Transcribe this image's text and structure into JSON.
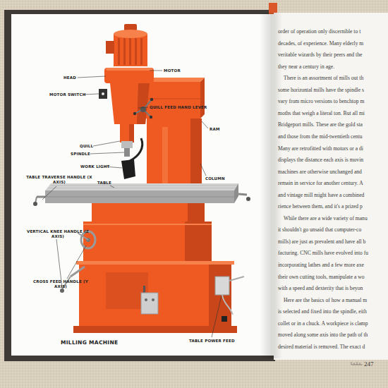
{
  "diagram": {
    "caption": "MILLING MACHINE",
    "labels": [
      "HEAD",
      "MOTOR",
      "MOTOR SWITCH",
      "QUILL FEED HAND LEVER",
      "RAM",
      "QUILL",
      "SPINDLE",
      "WORK LIGHT",
      "COLUMN",
      "TABLE TRAVERSE HANDLE (X AXIS)",
      "TABLE",
      "VERTICAL KNEE HANDLE (Z AXIS)",
      "CROSS FEED HANDLE (Y AXIS)",
      "TABLE POWER FEED",
      "order of operation only discernible to t",
      "decades, of experience. Many elderly m",
      "veritable wizards by their peers and the",
      "they near a century in age.",
      "There is an assortment of mills out th",
      "some horizontal mills have the spindle s",
      "vary from micro versions to benchtop m",
      "moths that weigh a literal ton. But all mi",
      "Bridgeport mills. These are the gold sta",
      "and those from the mid-twentieth centu",
      "Many are retrofitted with motors or a di",
      "displays the distance each axis is movin",
      "machines are otherwise unchanged and",
      "remain in service for another century. A",
      "and vintage mill might have a combined",
      "rience between them, and it's a prized p",
      "While there are a wide variety of manu",
      "it shouldn't go unsaid that computer-co",
      "mills) are just as prevalent and have all b",
      "facturing. CNC mills have evolved into fu",
      "incorporating lathes and a few more axe",
      "their own cutting tools, manipulate a wo",
      "with a speed and dexterity that is beyon",
      "Here are the basics of how a manual m",
      "is selected and fixed into the spindle, eith",
      "collet or in a chuck. A workpiece is clamp",
      "moved along some axis into the path of th",
      "desired material is removed. The exact d",
      "247"
    ]
  }
}
